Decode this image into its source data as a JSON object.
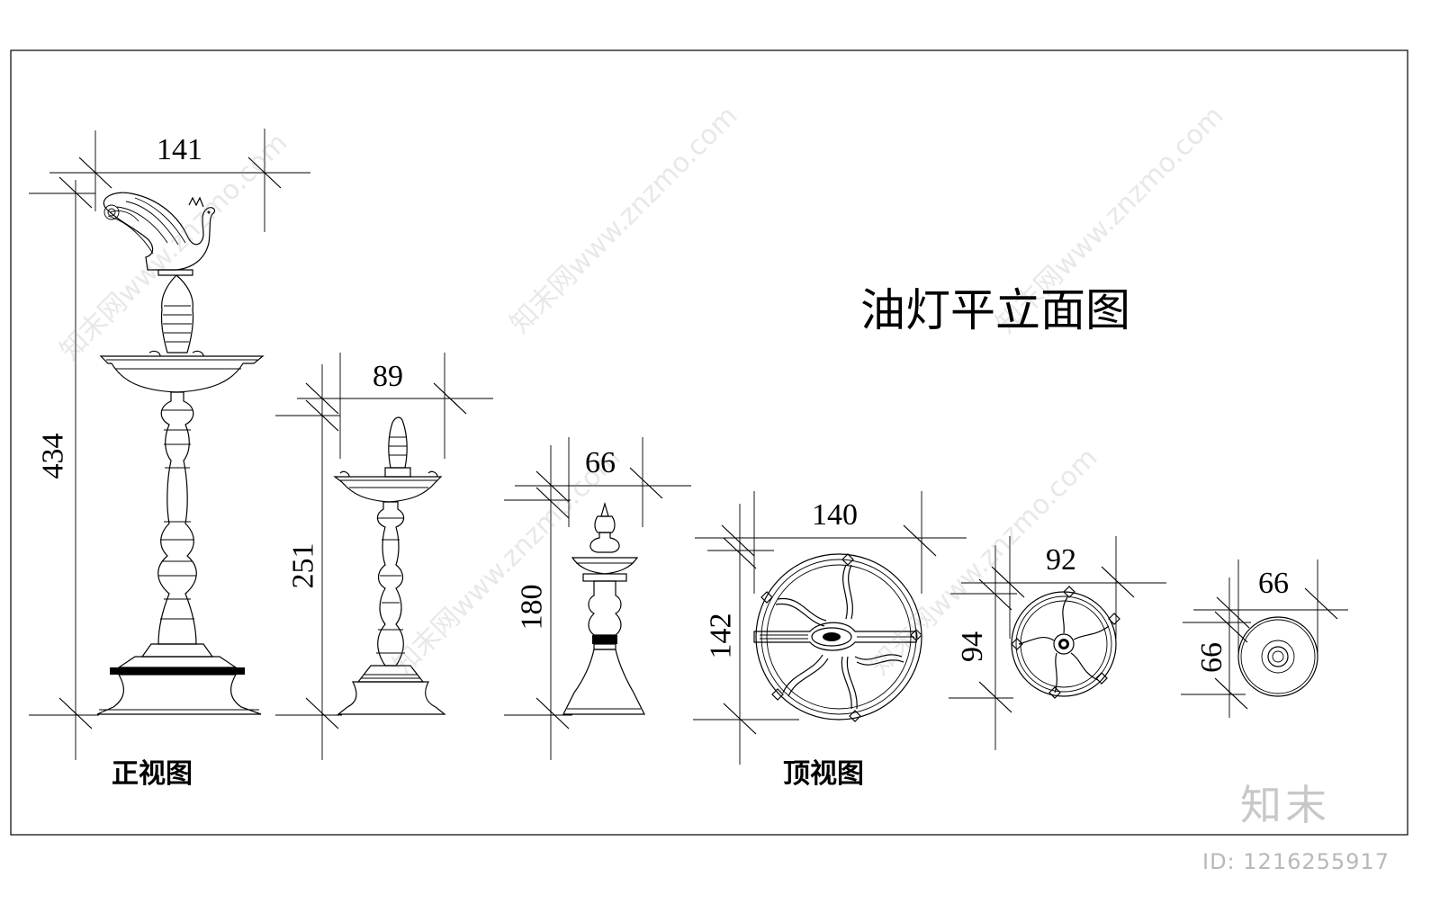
{
  "title": "油灯平立面图",
  "captions": {
    "front_view": "正视图",
    "top_view": "顶视图"
  },
  "dimensions": {
    "lamp1_width": "141",
    "lamp1_height": "434",
    "lamp2_width": "89",
    "lamp2_height": "251",
    "lamp3_width": "66",
    "lamp3_height": "180",
    "top1_width": "140",
    "top1_height": "142",
    "top2_width": "92",
    "top2_height": "94",
    "top3_width": "66",
    "top3_height": "66"
  },
  "brand": {
    "name": "知末",
    "id_text": "ID: 1216255917"
  },
  "watermark_text": "知末网www.znzmo.com"
}
